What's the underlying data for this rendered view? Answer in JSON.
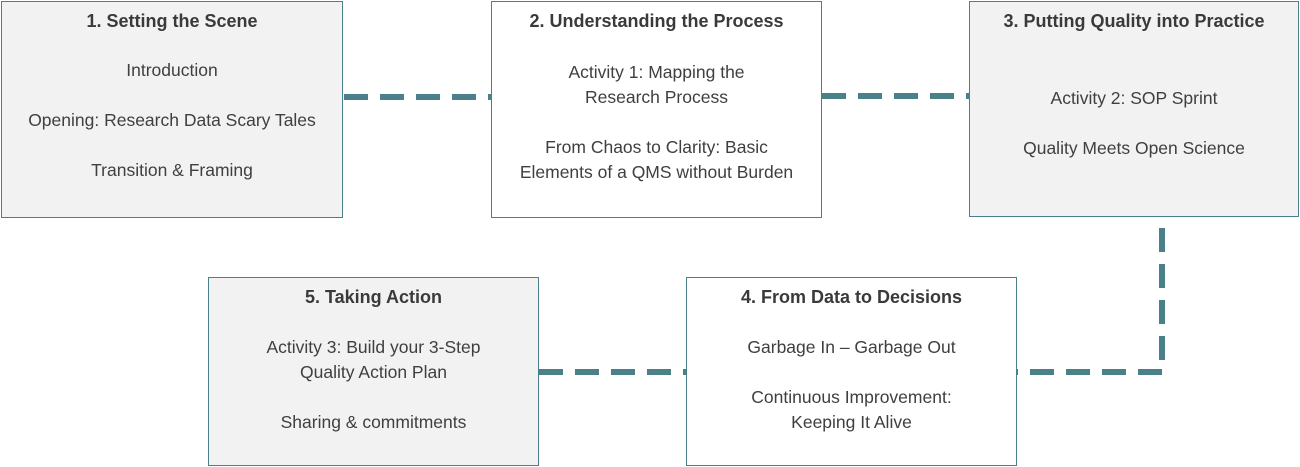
{
  "colors": {
    "connector": "#4a8089",
    "box_border": "#4a8089",
    "box_fill_grey": "#f2f2f2",
    "box_fill_white": "#ffffff",
    "text": "#3f3f3f"
  },
  "steps": [
    {
      "title": "1. Setting the Scene",
      "items": [
        "Introduction",
        "Opening: Research Data Scary Tales",
        "Transition & Framing"
      ]
    },
    {
      "title": "2. Understanding the Process",
      "items": [
        "Activity 1: Mapping the",
        "Research Process",
        "From Chaos to Clarity: Basic",
        "Elements of a QMS without Burden"
      ]
    },
    {
      "title": "3. Putting Quality into Practice",
      "items": [
        "Activity 2: SOP Sprint",
        "Quality Meets Open Science"
      ]
    },
    {
      "title": "4. From Data to Decisions",
      "items": [
        "Garbage In – Garbage Out",
        "Continuous Improvement:",
        "Keeping It Alive"
      ]
    },
    {
      "title": "5. Taking Action",
      "items": [
        "Activity 3: Build your 3-Step",
        "Quality Action Plan",
        "Sharing & commitments"
      ]
    }
  ]
}
